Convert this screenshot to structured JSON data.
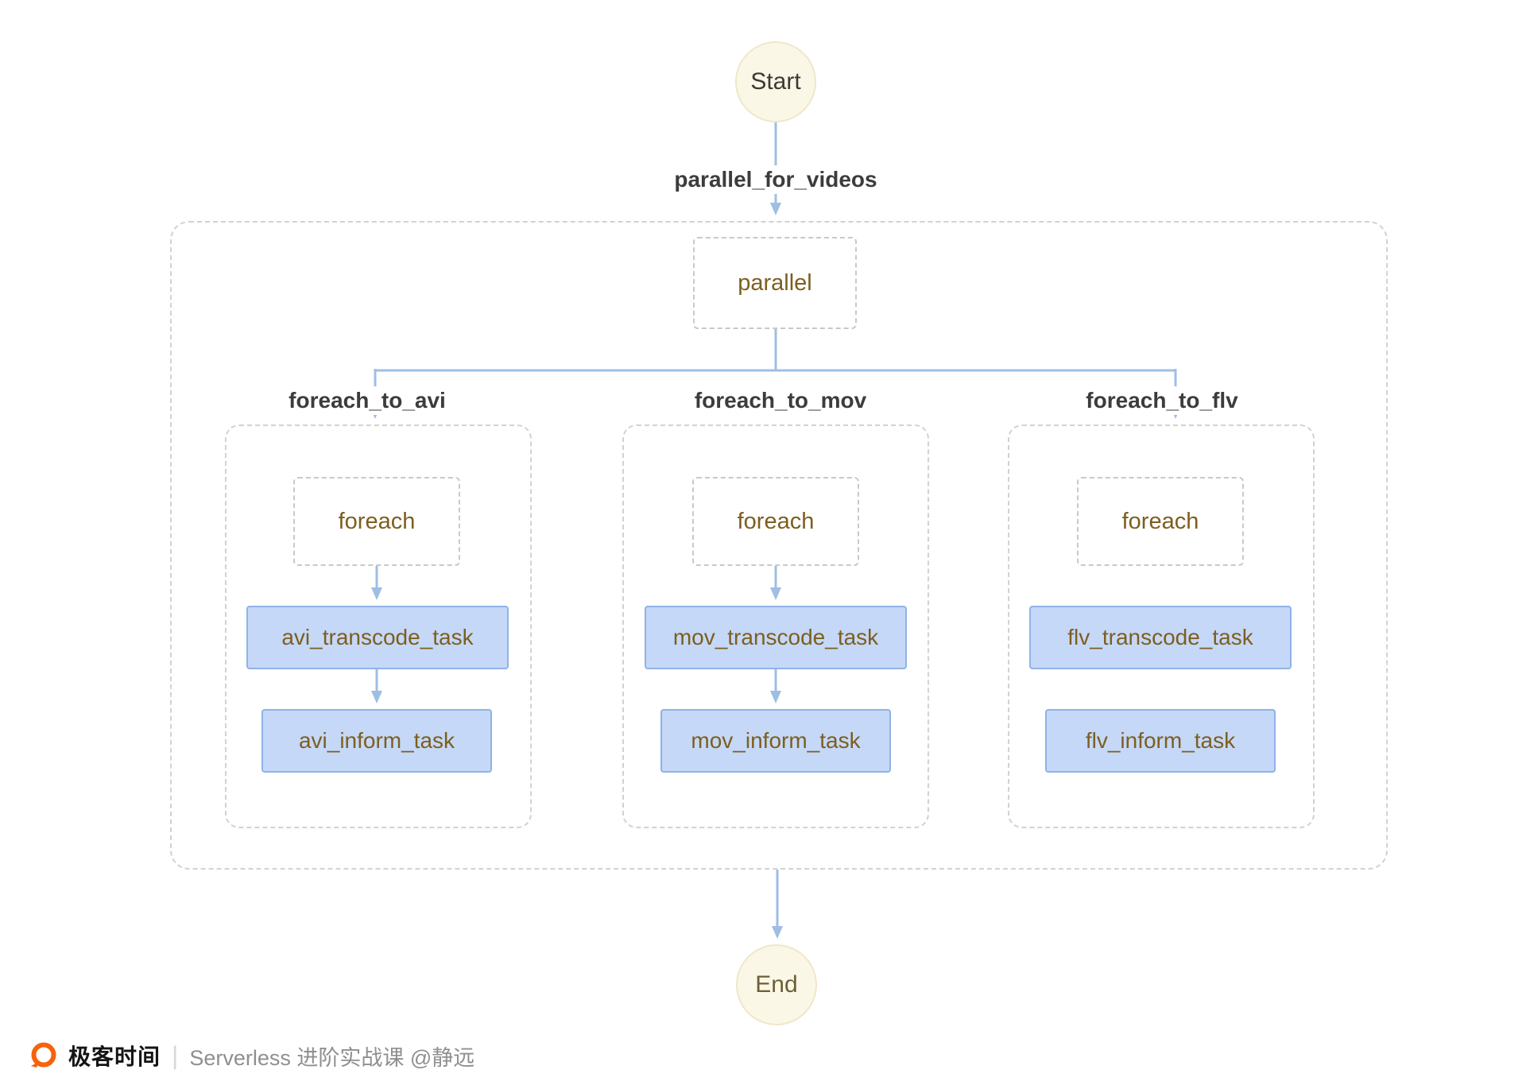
{
  "colors": {
    "arrow": "#9FBEE4",
    "task_fill": "#C5D8F7",
    "task_border": "#8FB2E8",
    "task_text": "#7D5E1F",
    "terminal_fill": "#FBF7E7",
    "terminal_border": "#F0E7C9",
    "dashed_border": "#D2D2D2",
    "label_text": "#3C3C3C",
    "brand_orange": "#F6630C"
  },
  "diagram": {
    "start": {
      "label": "Start"
    },
    "end": {
      "label": "End"
    },
    "entry_label": "parallel_for_videos",
    "parallel_step": {
      "label": "parallel"
    },
    "branches": [
      {
        "label": "foreach_to_avi",
        "step": "foreach",
        "tasks": [
          "avi_transcode_task",
          "avi_inform_task"
        ]
      },
      {
        "label": "foreach_to_mov",
        "step": "foreach",
        "tasks": [
          "mov_transcode_task",
          "mov_inform_task"
        ]
      },
      {
        "label": "foreach_to_flv",
        "step": "foreach",
        "tasks": [
          "flv_transcode_task",
          "flv_inform_task"
        ]
      }
    ]
  },
  "footer": {
    "brand": "极客时间",
    "separator": "|",
    "caption": "Serverless 进阶实战课 @静远"
  }
}
